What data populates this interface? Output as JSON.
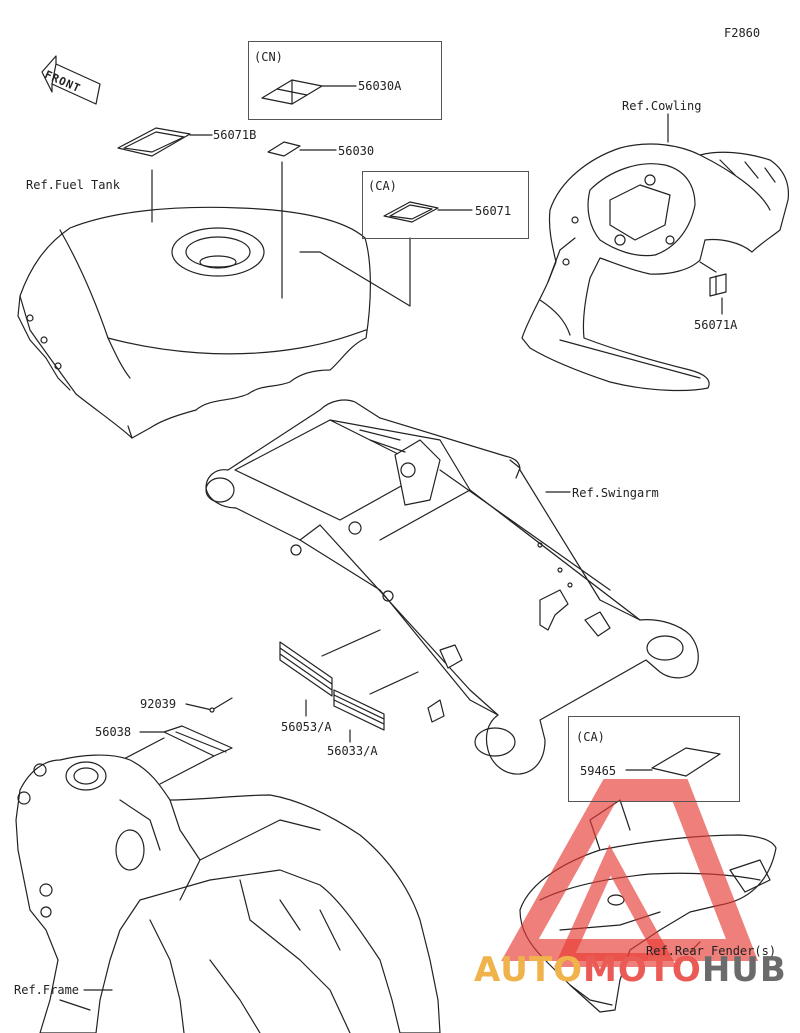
{
  "figure_code": "F2860",
  "front_label": "FRONT",
  "refs": {
    "fuel_tank": "Ref.Fuel Tank",
    "cowling": "Ref.Cowling",
    "swingarm": "Ref.Swingarm",
    "frame": "Ref.Frame",
    "rear_fender": "Ref.Rear Fender(s)"
  },
  "region_tags": {
    "cn": "(CN)",
    "ca_top": "(CA)",
    "ca_bottom": "(CA)"
  },
  "parts": {
    "p56030A": "56030A",
    "p56071B": "56071B",
    "p56030": "56030",
    "p56071": "56071",
    "p56071A": "56071A",
    "p92039": "92039",
    "p56038": "56038",
    "p56053A": "56053/A",
    "p56033A": "56033/A",
    "p59465": "59465"
  },
  "watermark": {
    "part1": "AUTO",
    "part2": "MOTO",
    "part3": "HUB"
  }
}
